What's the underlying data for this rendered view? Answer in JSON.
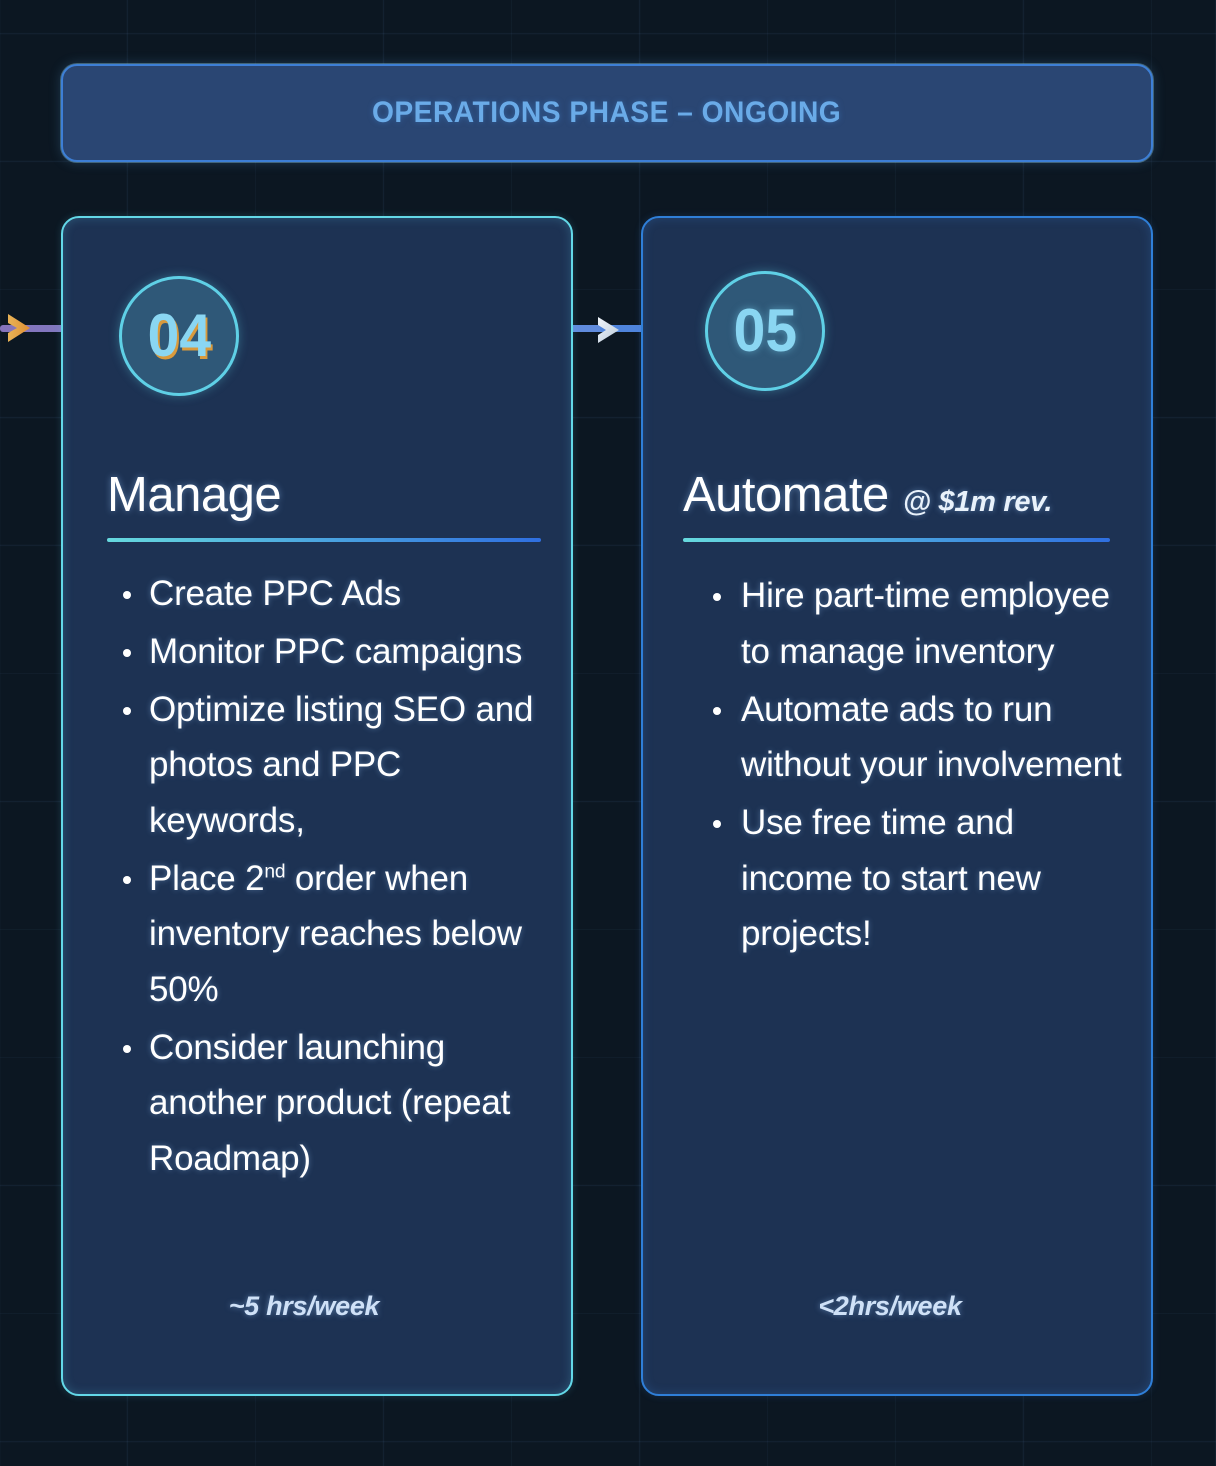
{
  "banner": {
    "title": "OPERATIONS PHASE – ONGOING",
    "accent_color": "#6aabe8",
    "background_color": "#2a4673"
  },
  "connector": {
    "arrow_in_label": "arrow-left-inbound",
    "arrow_mid_label": "arrow-right-between-steps",
    "line_color": "#5f8bdd",
    "inbound_arrow_color": "#e0a440"
  },
  "steps": [
    {
      "number": "04",
      "title": "Manage",
      "title_suffix": "",
      "border_color": "#63d8e8",
      "bullets": [
        {
          "text": "Create PPC Ads"
        },
        {
          "text": "Monitor PPC campaigns"
        },
        {
          "text": "Optimize listing SEO and photos and PPC keywords,"
        },
        {
          "pre": "Place 2",
          "sup": "nd",
          "post": " order when inventory reaches below 50%"
        },
        {
          "text": "Consider launching another product (repeat Roadmap)"
        }
      ],
      "footnote": "~5 hrs/week"
    },
    {
      "number": "05",
      "title": "Automate",
      "title_suffix": "@ $1m rev.",
      "border_color": "#2f7fd8",
      "bullets": [
        {
          "text": "Hire part-time employee to manage inventory"
        },
        {
          "text": "Automate ads to run without your involvement"
        },
        {
          "text": "Use free time and income to start new projects!"
        }
      ],
      "footnote": "<2hrs/week"
    }
  ]
}
